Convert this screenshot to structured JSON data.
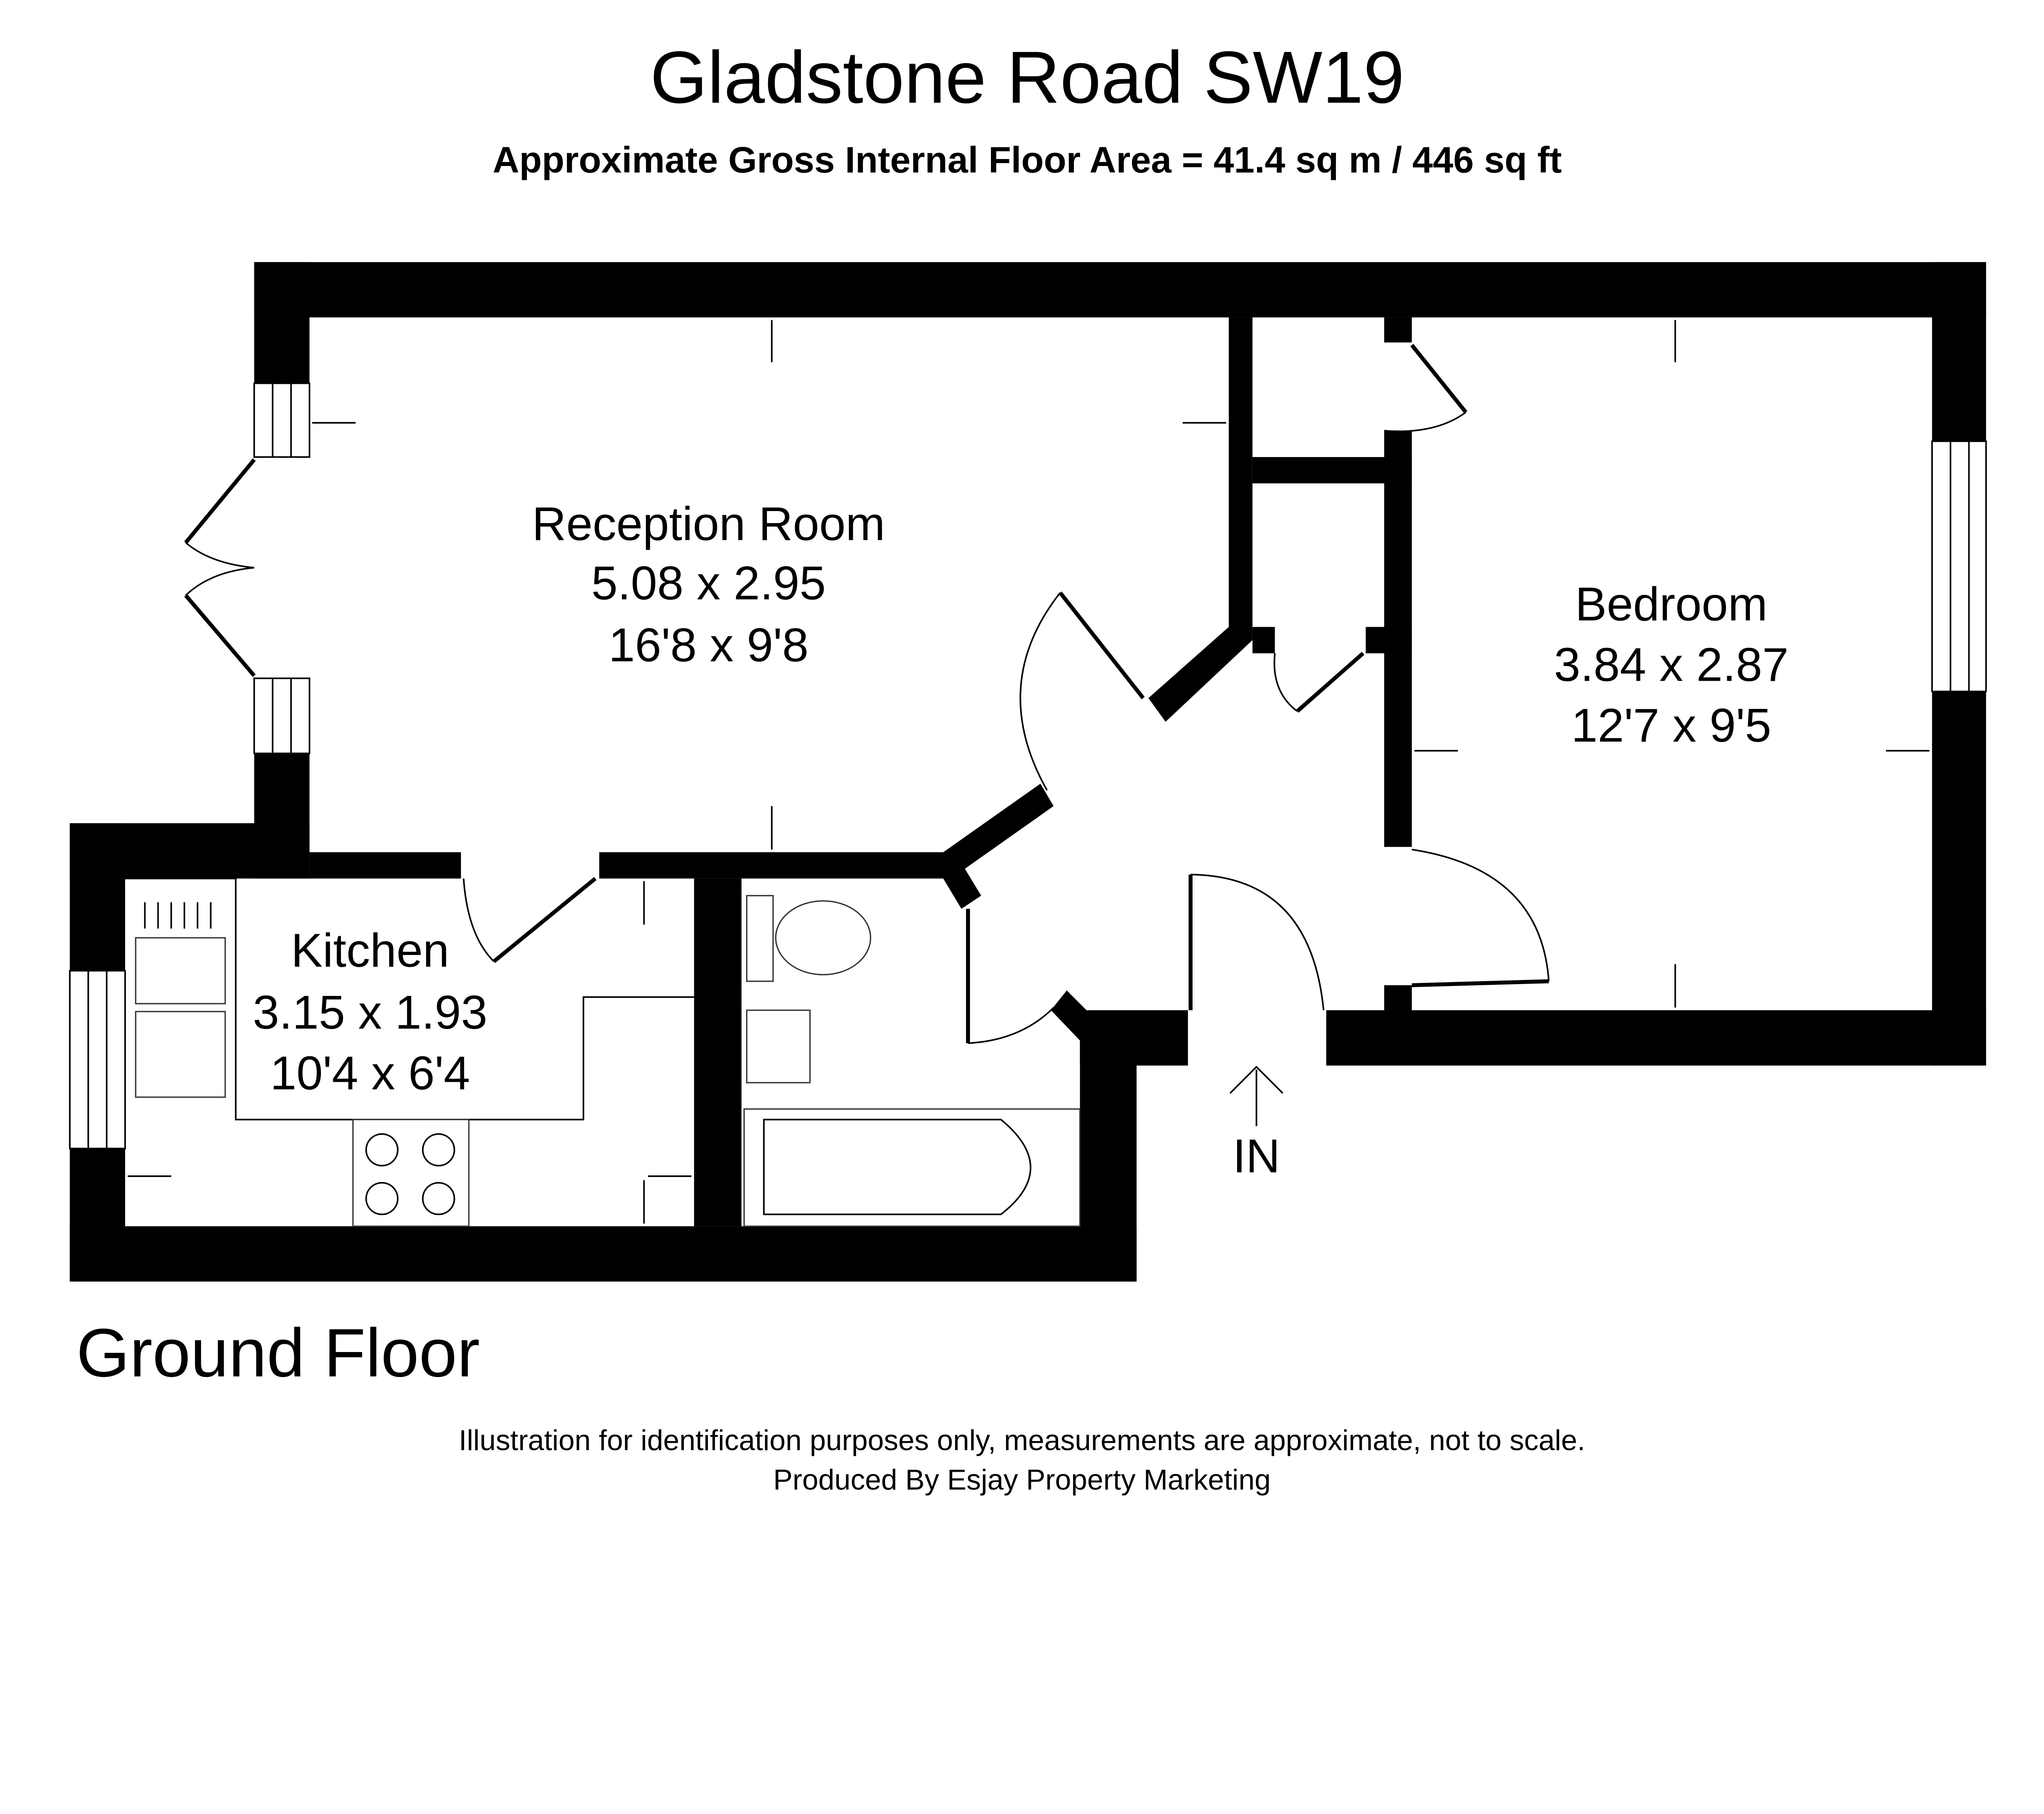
{
  "header": {
    "title": "Gladstone Road SW19",
    "subtitle": "Approximate Gross Internal Floor Area = 41.4 sq m / 446 sq ft"
  },
  "rooms": [
    {
      "name": "Reception Room",
      "metric": "5.08 x 2.95",
      "imperial": "16'8 x 9'8"
    },
    {
      "name": "Bedroom",
      "metric": "3.84 x 2.87",
      "imperial": "12'7 x 9'5"
    },
    {
      "name": "Kitchen",
      "metric": "3.15 x 1.93",
      "imperial": "10'4 x 6'4"
    }
  ],
  "entrance_label": "IN",
  "floor_label": "Ground Floor",
  "footer": {
    "disclaimer": "Illustration for identification purposes only, measurements are approximate, not to scale.",
    "credit": "Produced By Esjay Property Marketing"
  }
}
